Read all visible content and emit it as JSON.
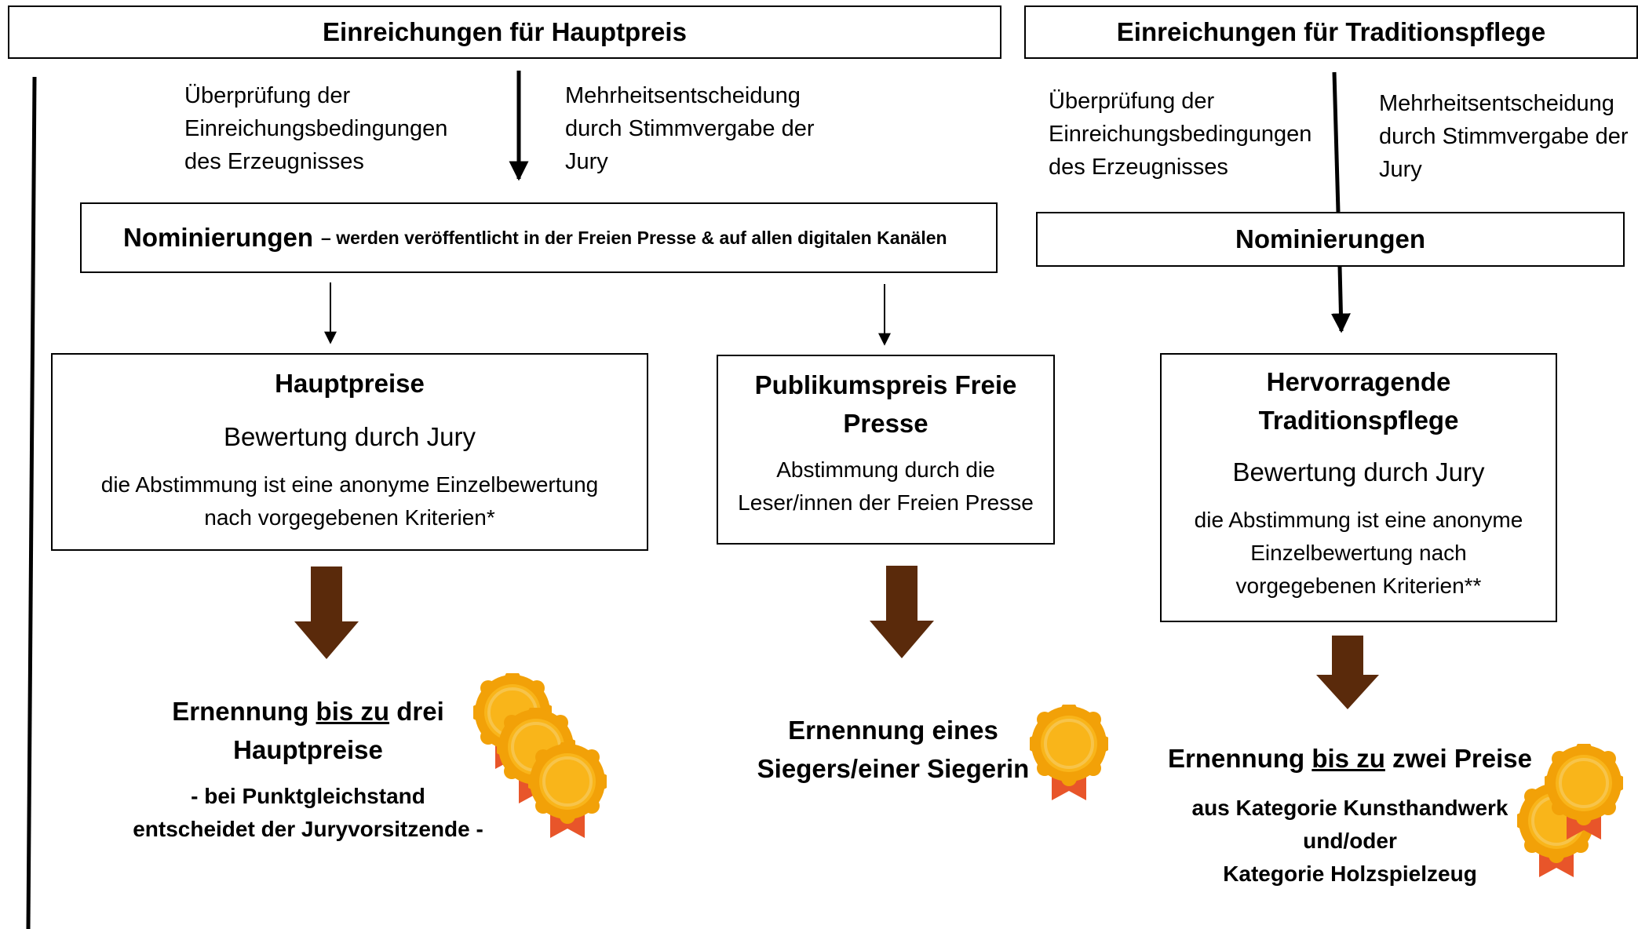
{
  "columns": {
    "hauptpreis": {
      "header": "Einreichungen für Hauptpreis",
      "left_note": [
        "Überprüfung der",
        "Einreichungsbedingungen",
        "des Erzeugnisses"
      ],
      "right_note": [
        "Mehrheitsentscheidung",
        "durch Stimmvergabe der",
        "Jury"
      ],
      "nominations": {
        "title": "Nominierungen",
        "suffix": "– werden veröffentlicht in der Freien Presse & auf allen digitalen Kanälen"
      },
      "main_prize": {
        "title": "Hauptpreise",
        "subtitle": "Bewertung durch Jury",
        "body": [
          "die Abstimmung ist eine anonyme Einzelbewertung",
          "nach vorgegebenen Kriterien*"
        ],
        "result_line1_pre": "Ernennung ",
        "result_line1_u": "bis zu",
        "result_line1_post": " drei",
        "result_line2": "Hauptpreise",
        "result_note": [
          "- bei Punktgleichstand",
          "entscheidet der Juryvorsitzende -"
        ]
      },
      "audience_prize": {
        "title": [
          "Publikumspreis Freie",
          "Presse"
        ],
        "body": [
          "Abstimmung durch die",
          "Leser/innen der Freien Presse"
        ],
        "result": [
          "Ernennung eines",
          "Siegers/einer Siegerin"
        ]
      }
    },
    "tradition": {
      "header": "Einreichungen für Traditionspflege",
      "left_note": [
        "Überprüfung der",
        "Einreichungsbedingungen",
        "des Erzeugnisses"
      ],
      "right_note": [
        "Mehrheitsentscheidung",
        "durch Stimmvergabe der",
        "Jury"
      ],
      "nominations": {
        "title": "Nominierungen"
      },
      "prize": {
        "title": [
          "Hervorragende",
          "Traditionspflege"
        ],
        "subtitle": "Bewertung durch Jury",
        "body": [
          "die Abstimmung ist eine anonyme",
          "Einzelbewertung nach",
          "vorgegebenen Kriterien**"
        ],
        "result_pre": "Ernennung ",
        "result_u": "bis zu",
        "result_post": " zwei Preise",
        "result_note": [
          "aus Kategorie Kunsthandwerk",
          "und/oder",
          "Kategorie Holzspielzeug"
        ]
      }
    }
  },
  "colors": {
    "arrow_brown": "#5a2a0b",
    "medal_gold": "#f9b51a",
    "medal_rim": "#f2a108",
    "medal_ribbon": "#e8552a"
  },
  "icons": [
    "medal-icon",
    "big-down-arrow-icon"
  ]
}
